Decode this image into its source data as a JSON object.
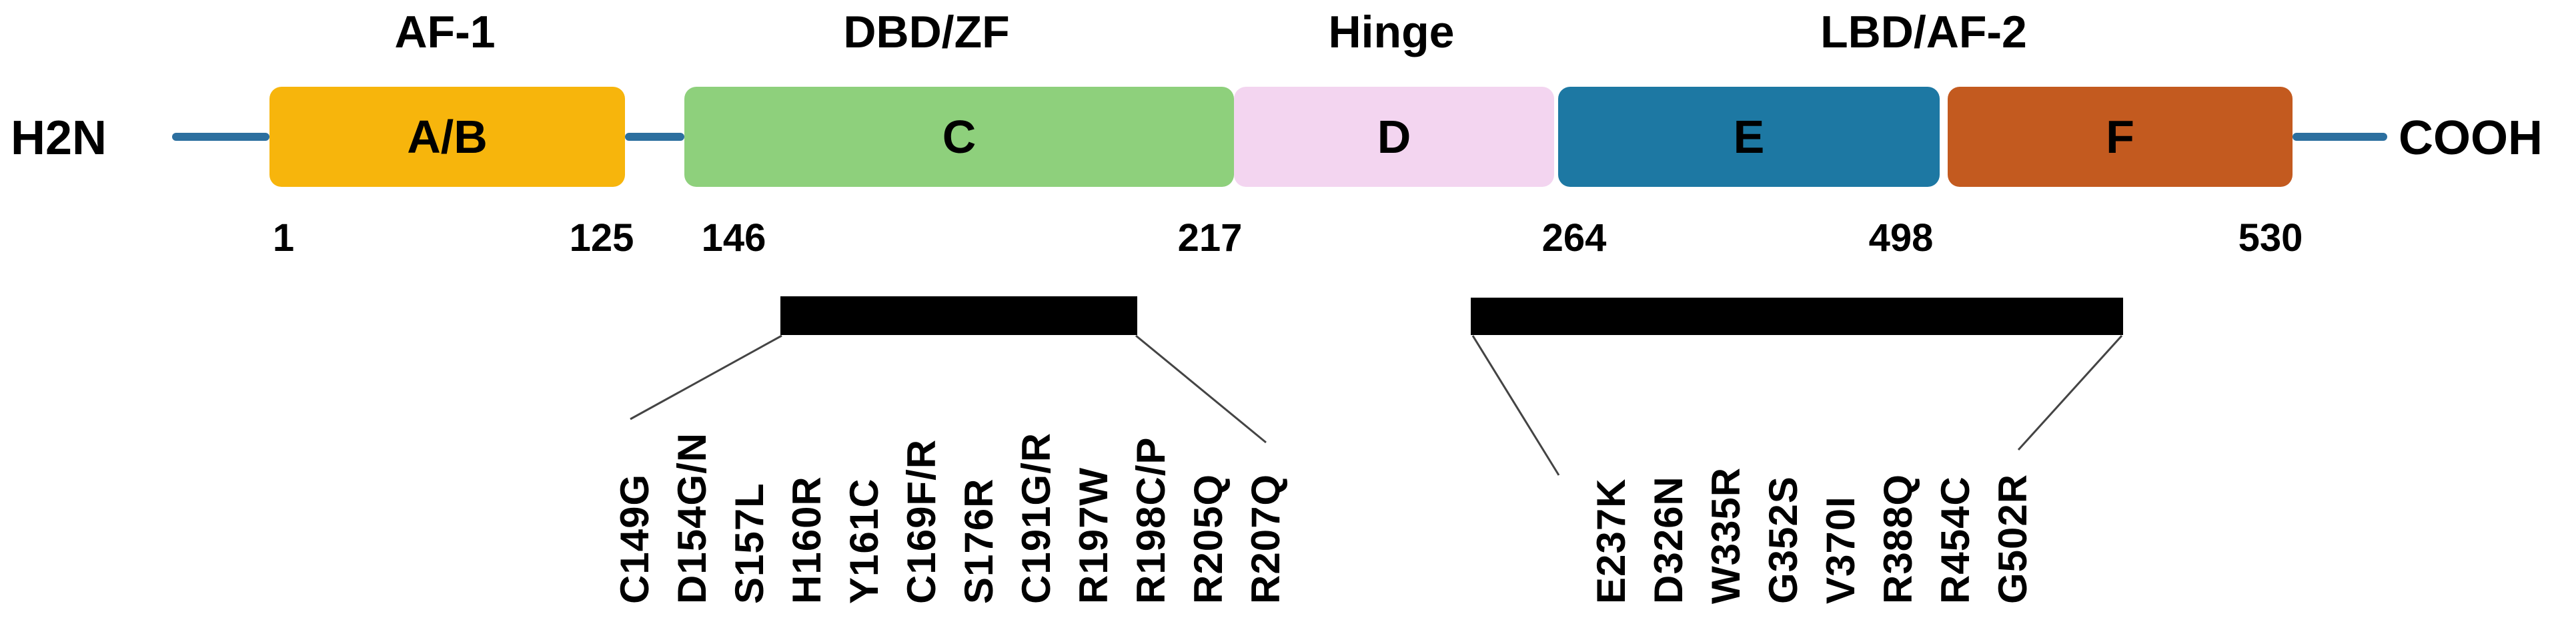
{
  "figure": {
    "type": "protein-domain-diagram",
    "terminals": {
      "n_label": "H2N",
      "c_label": "COOH"
    },
    "region_labels": [
      {
        "label": "AF-1",
        "over_domain": "A/B"
      },
      {
        "label": "DBD/ZF",
        "over_domain": "C"
      },
      {
        "label": "Hinge",
        "over_domain": "D"
      },
      {
        "label": "LBD/AF-2",
        "over_domain": "E+F"
      }
    ],
    "domains": [
      {
        "label": "A/B",
        "color": "#F7B50C"
      },
      {
        "label": "C",
        "color": "#8ED07C"
      },
      {
        "label": "D",
        "color": "#F3D5F0"
      },
      {
        "label": "E",
        "color": "#1D78A3"
      },
      {
        "label": "F",
        "color": "#C35A1F"
      }
    ],
    "position_markers": [
      "1",
      "125",
      "146",
      "217",
      "264",
      "498",
      "530"
    ],
    "backbone_color": "#2C6F9F",
    "mutation_bar_color": "#000000",
    "mutation_groups": [
      {
        "name": "dbd-zf-mutations",
        "under_domain": "C",
        "items": [
          "C149G",
          "D154G/N",
          "S157L",
          "H160R",
          "Y161C",
          "C169F/R",
          "S176R",
          "C191G/R",
          "R197W",
          "R198C/P",
          "R205Q",
          "R207Q"
        ]
      },
      {
        "name": "lbd-af2-mutations",
        "under_domain": "E+F",
        "items": [
          "E237K",
          "D326N",
          "W335R",
          "G352S",
          "V370I",
          "R388Q",
          "R454C",
          "G502R"
        ]
      }
    ]
  }
}
